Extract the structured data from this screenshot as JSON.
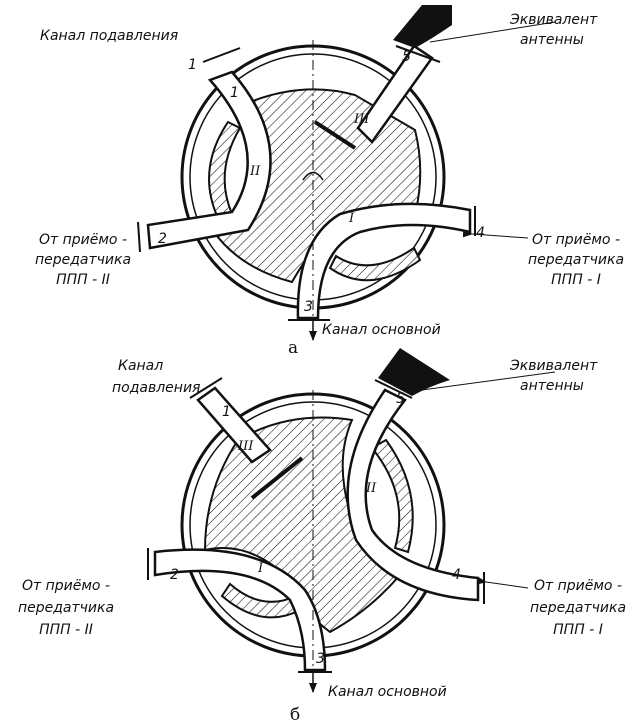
{
  "colors": {
    "ink": "#111111",
    "paper": "#ffffff"
  },
  "figure_a": {
    "suppression": "Канал подавления",
    "antenna_1": "Эквивалент",
    "antenna_2": "антенны",
    "left_1": "От приёмо -",
    "left_2": "передатчика",
    "left_3": "ППП - II",
    "right_1": "От приёмо -",
    "right_2": "передатчика",
    "right_3": "ППП - I",
    "main": "Канал основной",
    "ports": [
      "1",
      "2",
      "3",
      "4",
      "5"
    ],
    "port_inner": "1",
    "romans": [
      "I",
      "II",
      "III"
    ],
    "caption": "а"
  },
  "figure_b": {
    "suppression_1": "Канал",
    "suppression_2": "подавления",
    "antenna_1": "Эквивалент",
    "antenna_2": "антенны",
    "left_1": "От приёмо -",
    "left_2": "передатчика",
    "left_3": "ППП - II",
    "right_1": "От приёмо -",
    "right_2": "передатчика",
    "right_3": "ППП - I",
    "main": "Канал основной",
    "ports": [
      "1",
      "2",
      "3",
      "4",
      "5"
    ],
    "romans": [
      "I",
      "II",
      "III"
    ],
    "caption": "б"
  }
}
